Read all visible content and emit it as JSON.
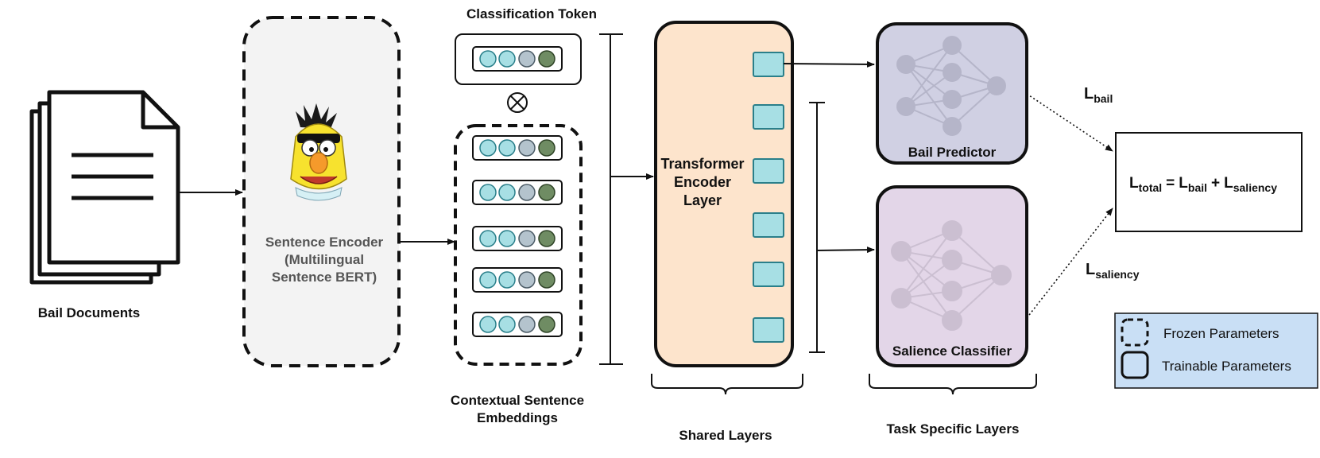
{
  "docs": {
    "label": "Bail Documents"
  },
  "encoder": {
    "line1": "Sentence Encoder",
    "line2": "(Multilingual",
    "line3": "Sentence BERT)"
  },
  "cls": {
    "label": "Classification Token",
    "op": "⊗"
  },
  "ctx": {
    "line1": "Contextual Sentence",
    "line2": "Embeddings"
  },
  "transformer": {
    "line1": "Transformer",
    "line2": "Encoder",
    "line3": "Layer"
  },
  "shared": {
    "label": "Shared Layers"
  },
  "task": {
    "label": "Task Specific Layers"
  },
  "heads": {
    "bail": "Bail Predictor",
    "salience": "Salience Classifier"
  },
  "loss": {
    "l_main": "L",
    "bail_sub": "bail",
    "saliency_sub": "saliency",
    "total_sub": "total",
    "eq_eq": "=",
    "eq_plus": "+"
  },
  "legend": {
    "frozen": "Frozen Parameters",
    "trainable": "Trainable Parameters"
  },
  "colors": {
    "cyan": "#a7dfe4",
    "blue": "#b4c3cd",
    "green": "#6f8c63",
    "transformer": "#fde4cc",
    "bail": "#d0d0e3",
    "salience": "#e3d6e8",
    "encoder": "#f3f3f3",
    "legend": "#c9dff5"
  }
}
